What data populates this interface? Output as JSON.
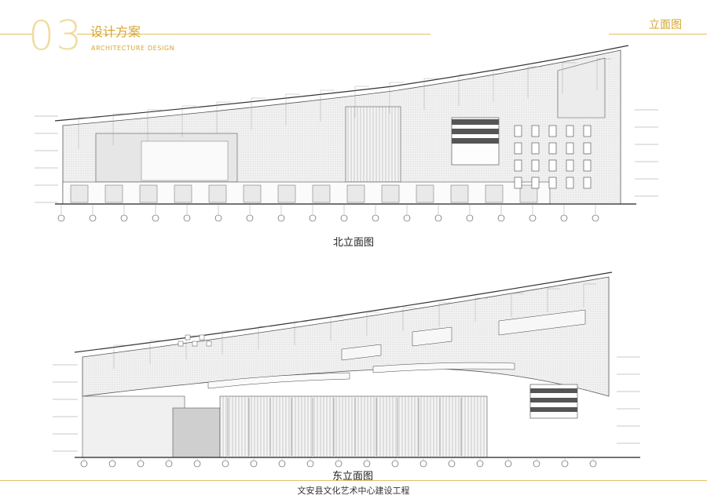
{
  "header": {
    "section_number": "03",
    "section_title_cn": "设计方案",
    "section_title_en": "ARCHITECTURE DESIGN",
    "page_title": "立面图"
  },
  "drawings": [
    {
      "caption": "北立面图"
    },
    {
      "caption": "东立面图"
    }
  ],
  "footer": {
    "project_name": "文安县文化艺术中心建设工程"
  },
  "colors": {
    "accent": "#d7a52e",
    "accent_light": "#f0dca0",
    "line": "#e6c163"
  }
}
